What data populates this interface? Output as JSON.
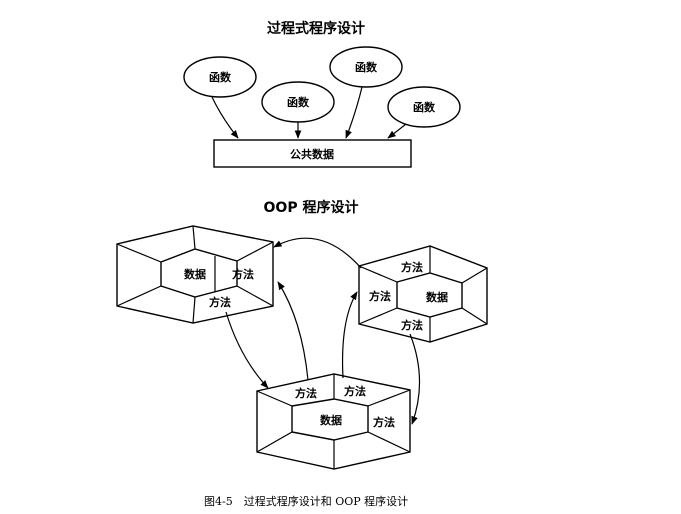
{
  "diagram": {
    "procedural": {
      "title": "过程式程序设计",
      "functions": [
        "函数",
        "函数",
        "函数",
        "函数"
      ],
      "shared_data": "公共数据"
    },
    "oop": {
      "title": "OOP 程序设计",
      "objects": [
        {
          "data": "数据",
          "methods": [
            "方法",
            "方法"
          ]
        },
        {
          "data": "数据",
          "methods": [
            "方法",
            "方法",
            "方法"
          ]
        },
        {
          "data": "数据",
          "methods": [
            "方法",
            "方法",
            "方法"
          ]
        }
      ]
    },
    "caption": "图4-5　过程式程序设计和 OOP 程序设计"
  }
}
